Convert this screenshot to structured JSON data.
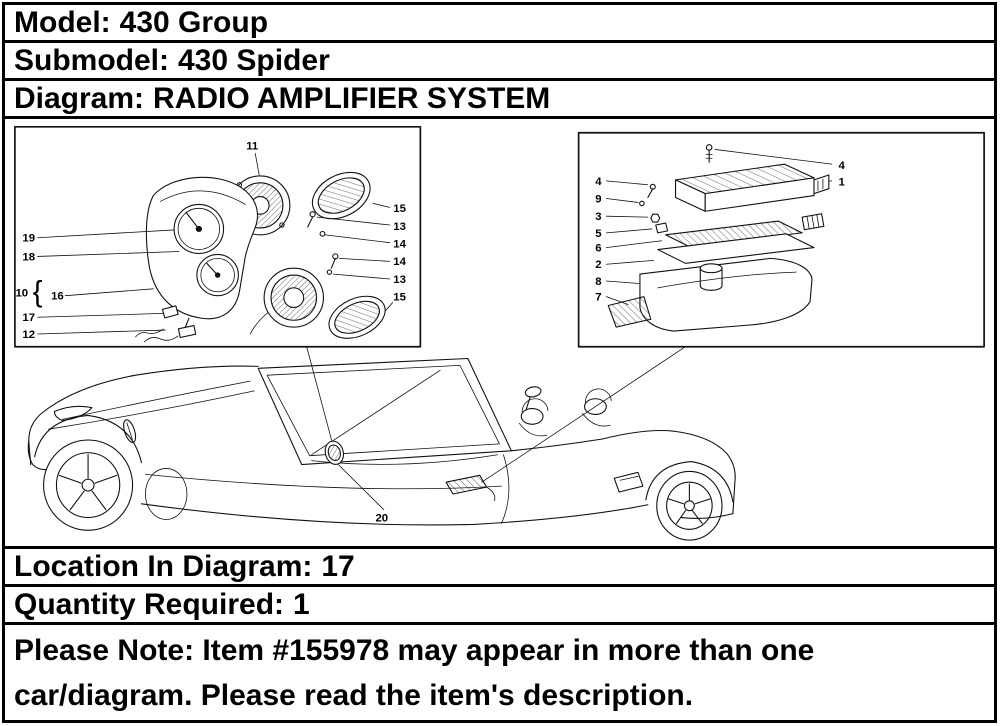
{
  "header": {
    "model": {
      "label": "Model:",
      "value": "430 Group"
    },
    "submodel": {
      "label": "Submodel:",
      "value": "430 Spider"
    },
    "diagram": {
      "label": "Diagram:",
      "value": "RADIO AMPLIFIER SYSTEM"
    }
  },
  "details": {
    "location": {
      "label": "Location In Diagram:",
      "value": "17"
    },
    "quantity": {
      "label": "Quantity Required:",
      "value": "1"
    },
    "note": "Please Note: Item #155978 may appear in more than one car/diagram. Please read the item's description."
  },
  "diagram": {
    "left_inset": {
      "top_callout": "11",
      "right_callouts": [
        "15",
        "13",
        "14",
        "14",
        "13",
        "15"
      ],
      "left_callouts": [
        "19",
        "18",
        "10",
        "16",
        "17",
        "12"
      ],
      "brace": "{"
    },
    "right_inset": {
      "right_callouts": [
        "4",
        "1"
      ],
      "left_callouts": [
        "4",
        "9",
        "3",
        "5",
        "6",
        "2",
        "8",
        "7"
      ]
    },
    "car_callout": "20"
  }
}
